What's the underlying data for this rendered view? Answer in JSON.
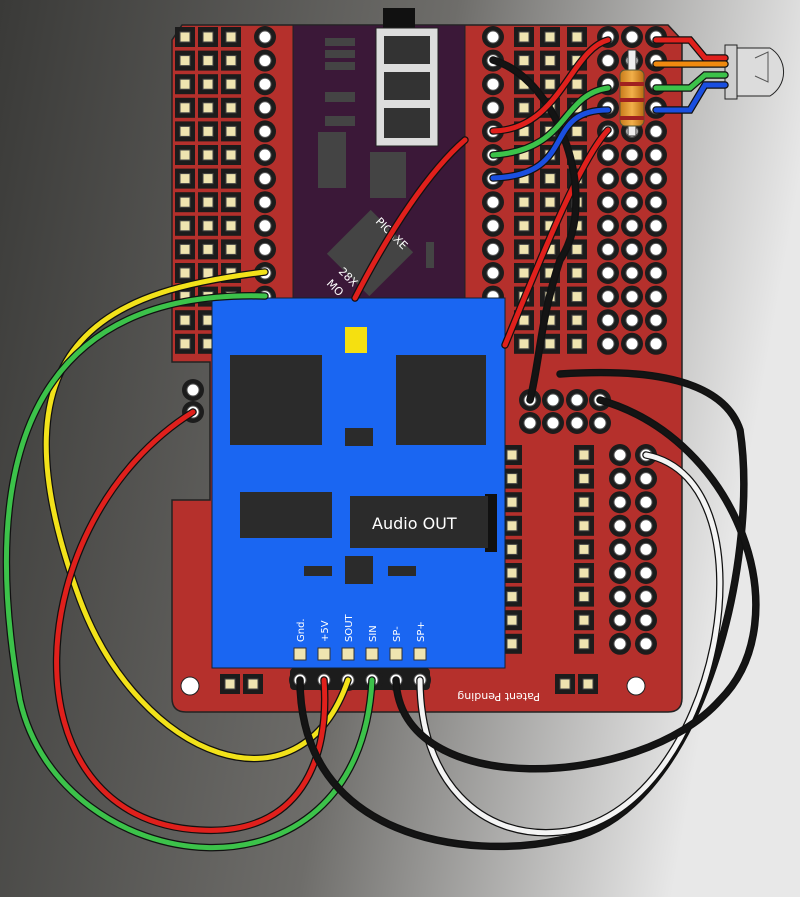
{
  "colors": {
    "board": "#b5302c",
    "module": "#3b1838",
    "audio_board": "#1a66f2",
    "pad": "#efe4b0",
    "wire_red": "#e0201c",
    "wire_yellow": "#f2e21a",
    "wire_green": "#3cc24a",
    "wire_blue": "#1a4fe0",
    "wire_black": "#141414",
    "wire_white": "#f4f4f4",
    "wire_orange": "#f08a10"
  },
  "module": {
    "chip_line1": "PICAXE",
    "chip_line2": "28X",
    "chip_line3": "MO"
  },
  "audio_board": {
    "jack_label": "Audio OUT",
    "pins": [
      "Gnd.",
      "+5V",
      "SOUT",
      "SIN",
      "SP-",
      "SP+"
    ]
  },
  "board": {
    "mirrored_text": "Patent Pending"
  }
}
